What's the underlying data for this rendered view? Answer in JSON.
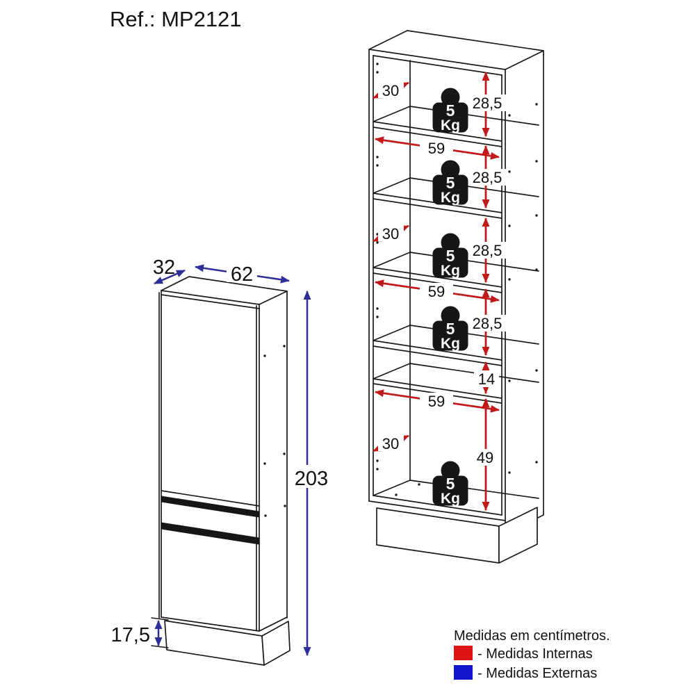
{
  "title": "Ref.: MP2121",
  "left_view": {
    "depth": "32",
    "width": "62",
    "height": "203",
    "base_height": "17,5"
  },
  "right_view": {
    "shelf_depths": [
      "30",
      "30",
      "30"
    ],
    "shelf_widths": [
      "59",
      "59",
      "59"
    ],
    "section_heights": [
      "28,5",
      "28,5",
      "28,5",
      "28,5"
    ],
    "drawer_gap_height": "14",
    "bottom_section_height": "49",
    "weight": {
      "value": "5",
      "unit": "Kg",
      "count": 5
    }
  },
  "legend": {
    "note": "Medidas em centímetros.",
    "internal": {
      "label": "- Medidas Internas",
      "color": "#dd1414"
    },
    "external": {
      "label": "- Medidas Externas",
      "color": "#1414cc"
    }
  },
  "colors": {
    "internal_dimension_arrow": "#c01a1a",
    "external_dimension_arrow": "#2e2e99",
    "line": "#1a1a1a"
  }
}
